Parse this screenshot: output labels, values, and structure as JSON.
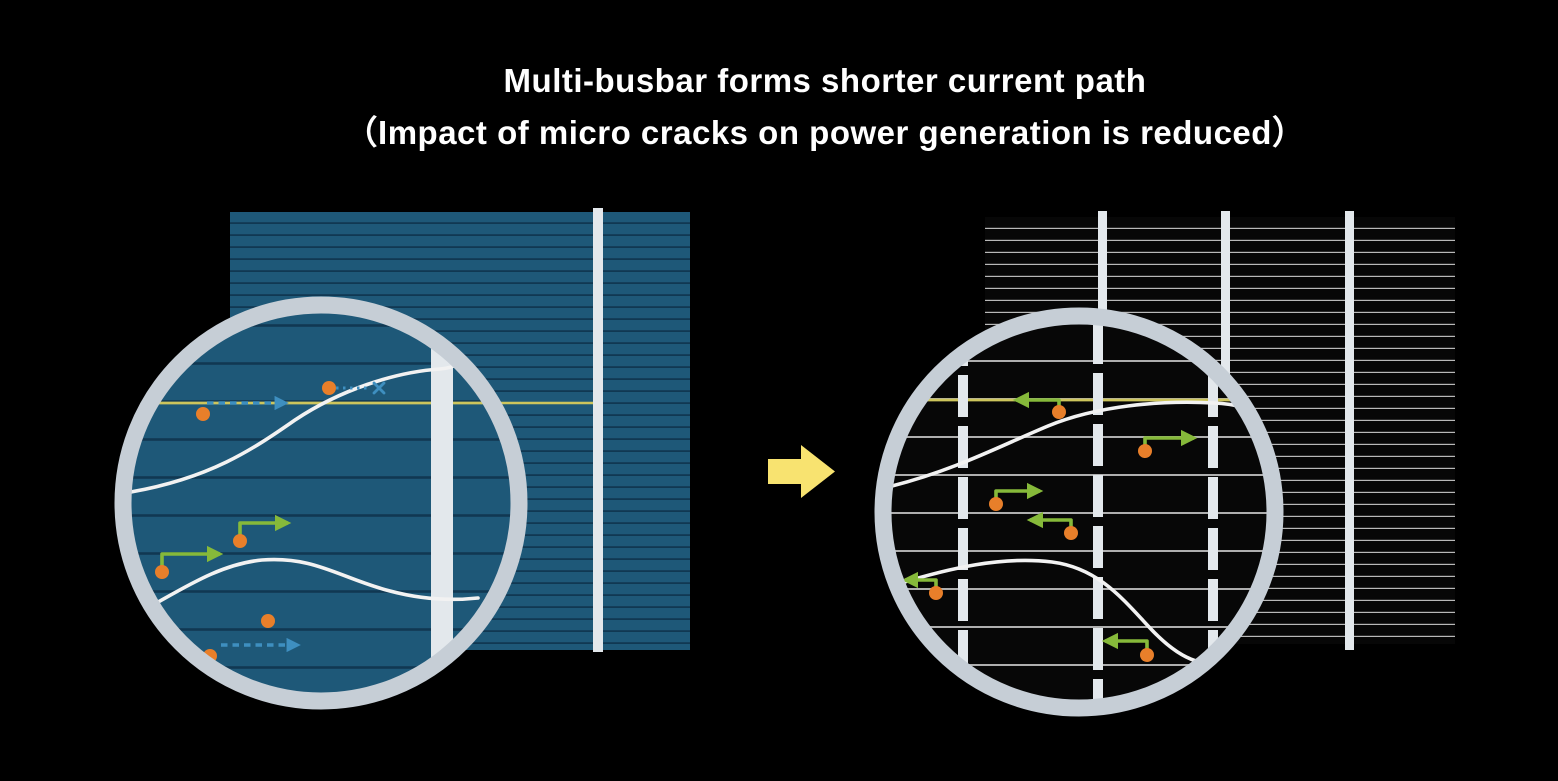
{
  "title": {
    "line1": "Multi-busbar forms shorter current path",
    "line2": "（Impact of micro cracks on power generation is reduced）"
  },
  "diagram": {
    "left_cell_busbars_visible": 1,
    "right_cell_busbars_visible": 3,
    "transition_arrow_icon": "right-block-arrow"
  },
  "colors": {
    "background": "#000000",
    "title_text": "#ffffff",
    "left_cell_blue": "#1e5878",
    "left_cell_line": "#0d3049",
    "right_cell_black": "#070707",
    "right_cell_line": "#d8d8d8",
    "busbar_white": "#e3e8ec",
    "magnifier_ring": "#c6ced6",
    "crack_white": "#f2f2f2",
    "finger_highlight_yellow": "#cdc55c",
    "electron_orange": "#e87f2a",
    "long_path_blue": "#3e8fc0",
    "short_path_green": "#86b93a",
    "transition_arrow_yellow": "#f8e370"
  }
}
